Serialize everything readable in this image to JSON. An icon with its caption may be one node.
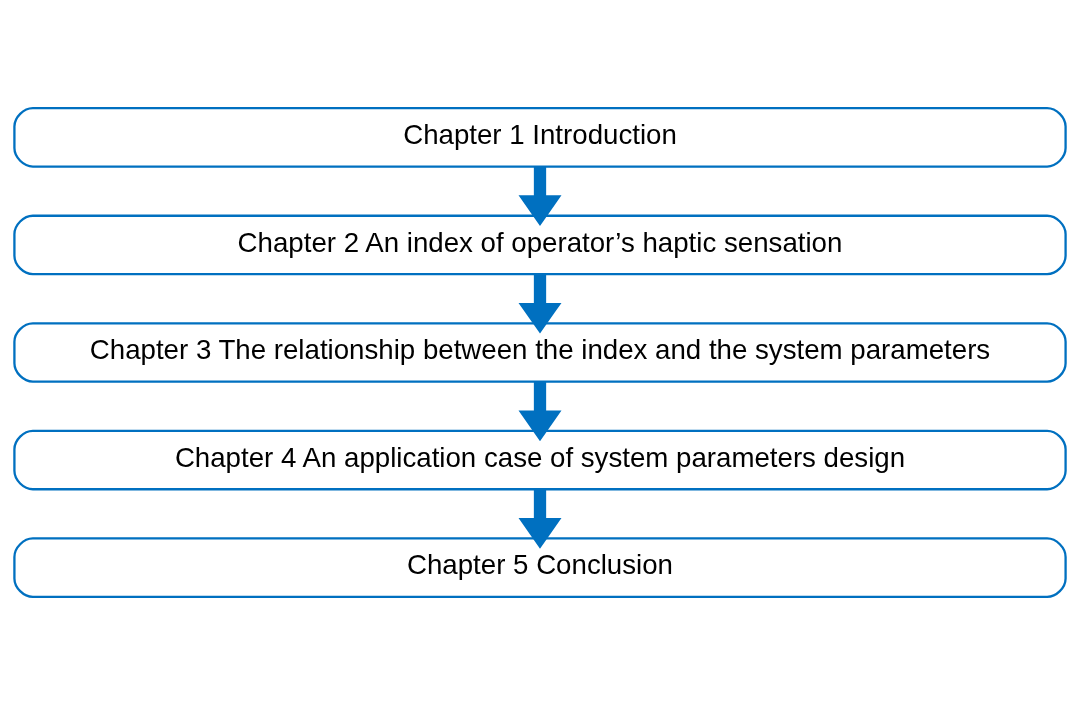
{
  "diagram": {
    "nodes": [
      {
        "text": [
          "Chapter 1 Introduction"
        ]
      },
      {
        "text": [
          "Chapter 2 An index of operator’s haptic sensation"
        ]
      },
      {
        "text": [
          "Chapter 3 The relationship between the index and the system parameters"
        ]
      },
      {
        "text": [
          "Chapter 4 An application case of system parameters design"
        ]
      },
      {
        "text": [
          "Chapter 5 Conclusion"
        ]
      }
    ],
    "edges": [
      {
        "from": 0,
        "to": 1,
        "arrow": "to"
      },
      {
        "from": 1,
        "to": 2,
        "arrow": "to"
      },
      {
        "from": 2,
        "to": 3,
        "arrow": "to"
      },
      {
        "from": 3,
        "to": 4,
        "arrow": "to"
      }
    ]
  }
}
